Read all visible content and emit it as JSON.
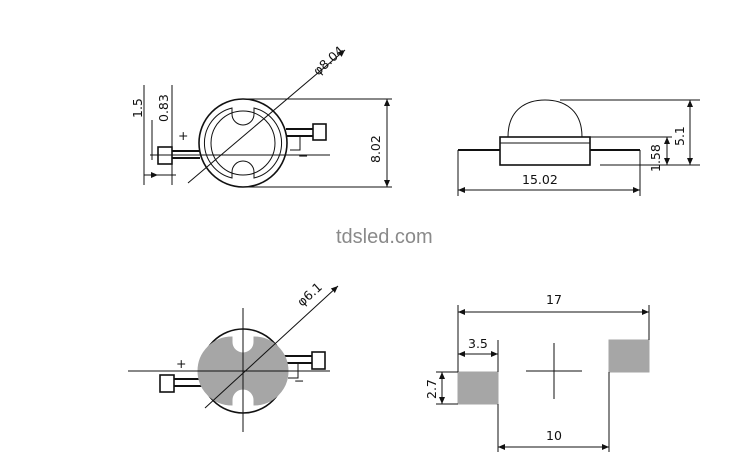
{
  "watermark": "tdsled.com",
  "colors": {
    "line": "#111111",
    "pad_fill": "#a6a6a6",
    "background": "#ffffff"
  },
  "top_view": {
    "diameter_label": "φ8.04",
    "height_label": "8.02",
    "left_dim_outer": "1.5",
    "left_dim_inner": "0.83",
    "plus_sign": "+",
    "minus_sign": "−"
  },
  "side_view": {
    "width_label": "15.02",
    "height_label": "5.1",
    "body_label": "1.58"
  },
  "bottom_view": {
    "diameter_label": "φ6.1",
    "plus_sign": "+",
    "minus_sign": "−"
  },
  "footprint": {
    "overall_width": "17",
    "pad_width": "3.5",
    "pad_height": "2.7",
    "pad_spacing": "10"
  }
}
